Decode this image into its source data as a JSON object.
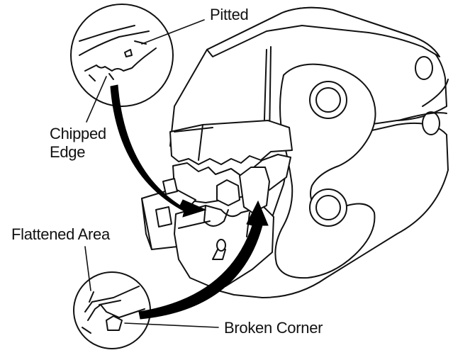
{
  "labels": {
    "pitted": "Pitted",
    "chipped_line1": "Chipped",
    "chipped_line2": "Edge",
    "flattened": "Flattened Area",
    "broken": "Broken Corner"
  },
  "colors": {
    "line": "#111111",
    "fill": "#ffffff",
    "arrow": "#000000"
  }
}
